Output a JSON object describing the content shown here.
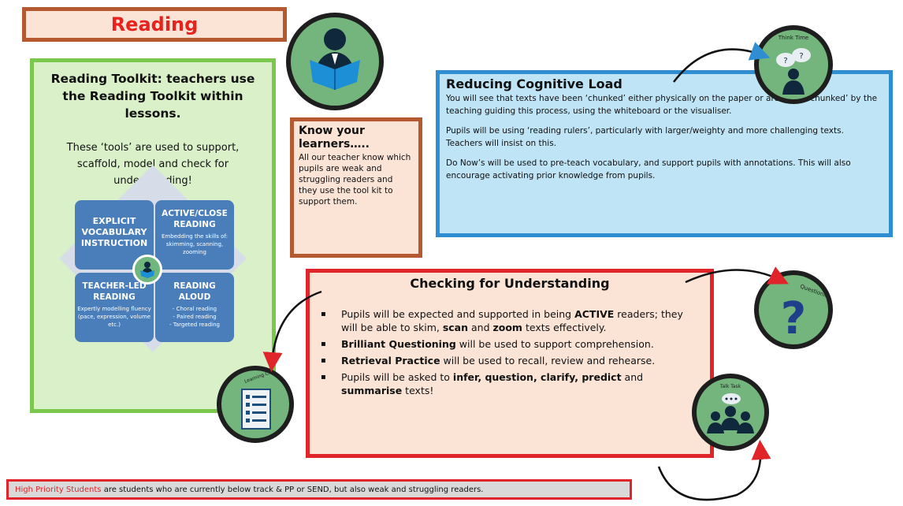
{
  "title": "Reading",
  "toolkit": {
    "heading": "Reading Toolkit: teachers use the Reading Toolkit within lessons.",
    "body": "These ‘tools’ are used to support, scaffold, model and check for understanding!",
    "quadrants": [
      {
        "title": "EXPLICIT VOCABULARY INSTRUCTION",
        "subtitle": ""
      },
      {
        "title": "ACTIVE/CLOSE READING",
        "subtitle": "Embedding the skills of: skimming, scanning, zooming"
      },
      {
        "title": "TEACHER-LED READING",
        "subtitle": "Expertly modelling fluency (pace, expression, volume etc.)"
      },
      {
        "title": "READING ALOUD",
        "subtitle": "- Choral reading\n- Paired reading\n- Targeted reading"
      }
    ]
  },
  "know_learners": {
    "heading": "Know your learners…..",
    "body": "All our teacher know which pupils are weak and struggling readers and they use the tool kit to support them."
  },
  "reducing_load": {
    "heading": "Reducing Cognitive Load",
    "paragraphs": [
      "You will see that texts have been ‘chunked’ either physically on the paper or are being ‘chunked’ by the teaching guiding this process, using the whiteboard or the visualiser.",
      "Pupils will be using ‘reading rulers’, particularly with larger/weighty and more challenging texts. Teachers will insist on this.",
      "Do Now’s will be used to pre-teach vocabulary, and support pupils with annotations.  This will also encourage activating prior knowledge from pupils."
    ]
  },
  "checking": {
    "heading": "Checking for Understanding",
    "bullets": [
      [
        {
          "t": "Pupils will be expected and supported in being ",
          "b": false
        },
        {
          "t": "ACTIVE",
          "b": true
        },
        {
          "t": " readers; they will be able to skim, ",
          "b": false
        },
        {
          "t": "scan",
          "b": true
        },
        {
          "t": " and ",
          "b": false
        },
        {
          "t": "zoom",
          "b": true
        },
        {
          "t": " texts effectively.",
          "b": false
        }
      ],
      [
        {
          "t": "Brilliant Questioning",
          "b": true
        },
        {
          "t": " will be used to support comprehension.",
          "b": false
        }
      ],
      [
        {
          "t": "Retrieval Practice",
          "b": true
        },
        {
          "t": " will be used to recall, review and rehearse.",
          "b": false
        }
      ],
      [
        {
          "t": "Pupils will be asked to ",
          "b": false
        },
        {
          "t": "infer, question, clarify, predict",
          "b": true
        },
        {
          "t": " and ",
          "b": false
        },
        {
          "t": "summarise",
          "b": true
        },
        {
          "t": " texts!",
          "b": false
        }
      ]
    ]
  },
  "icons": {
    "think_time": "Think Time",
    "questioning": "Questioning",
    "talk_task": "Talk Task",
    "learning_check": "Learning Check"
  },
  "footer": {
    "highlight": "High Priority Students",
    "text": " are students who are currently below track & PP or SEND, but also weak and struggling readers."
  },
  "colors": {
    "title_red": "#e8221c",
    "green_border": "#7cc84f",
    "blue_border": "#2f8ed2",
    "red_border": "#e0252a",
    "brown_border": "#b55a30",
    "icon_green": "#73b57c"
  }
}
